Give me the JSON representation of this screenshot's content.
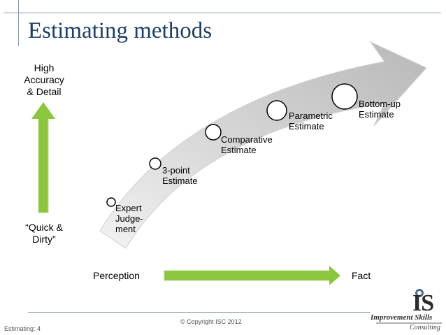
{
  "title": "Estimating methods",
  "vertical_axis": {
    "high_label": "High\nAccuracy\n& Detail",
    "low_label": "“Quick &\nDirty”"
  },
  "horizontal_axis": {
    "left_label": "Perception",
    "right_label": "Fact"
  },
  "methods": [
    {
      "label": "Expert\nJudge-\nment"
    },
    {
      "label": "3-point\nEstimate"
    },
    {
      "label": "Comparative\nEstimate"
    },
    {
      "label": "Parametric\nEstimate"
    },
    {
      "label": "Bottom-up\nEstimate"
    }
  ],
  "footer": {
    "copyright": "© Copyright ISC 2012",
    "slide": "Estimating: 4"
  },
  "logo": {
    "mark": "IS",
    "name": "Improvement Skills",
    "sub": "Consulting"
  },
  "colors": {
    "title": "#1f3f66",
    "green_arrow": "#8cc63f",
    "grey_arrow": "#c7c7c7",
    "frame": "#8a9aae"
  }
}
